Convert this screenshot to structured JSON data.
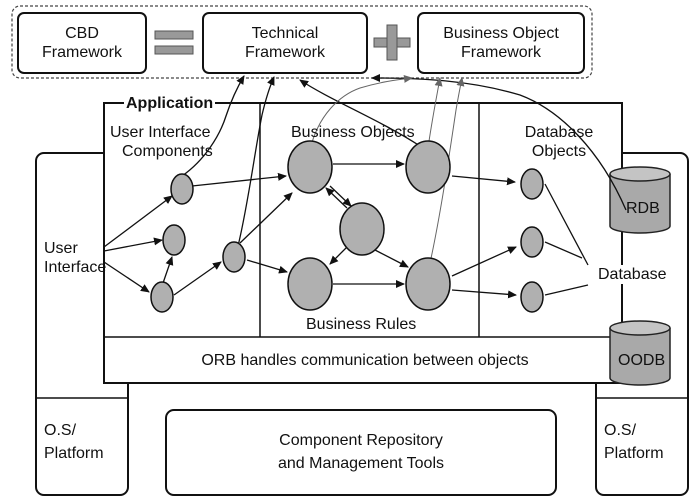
{
  "frameworks": {
    "cbd": [
      "CBD",
      "Framework"
    ],
    "technical": [
      "Technical",
      "Framework"
    ],
    "business_object": [
      "Business Object",
      "Framework"
    ],
    "equals_symbol": "=",
    "plus_symbol": "+"
  },
  "application": {
    "title": "Application",
    "ui_components": [
      "User Interface",
      "Components"
    ],
    "business_objects": "Business Objects",
    "database_objects": [
      "Database",
      "Objects"
    ],
    "business_rules": "Business Rules",
    "orb": "ORB handles communication between objects"
  },
  "left_column": {
    "user_interface": [
      "User",
      "Interface"
    ],
    "os_platform": [
      "O.S/",
      "Platform"
    ]
  },
  "right_column": {
    "rdb": "RDB",
    "database": "Database",
    "oodb": "OODB",
    "os_platform": [
      "O.S/",
      "Platform"
    ]
  },
  "repository": [
    "Component Repository",
    "and Management Tools"
  ],
  "colors": {
    "node_fill": "#b0b0b0",
    "cylinder_fill": "#a9a9a9",
    "stroke": "#111111"
  }
}
